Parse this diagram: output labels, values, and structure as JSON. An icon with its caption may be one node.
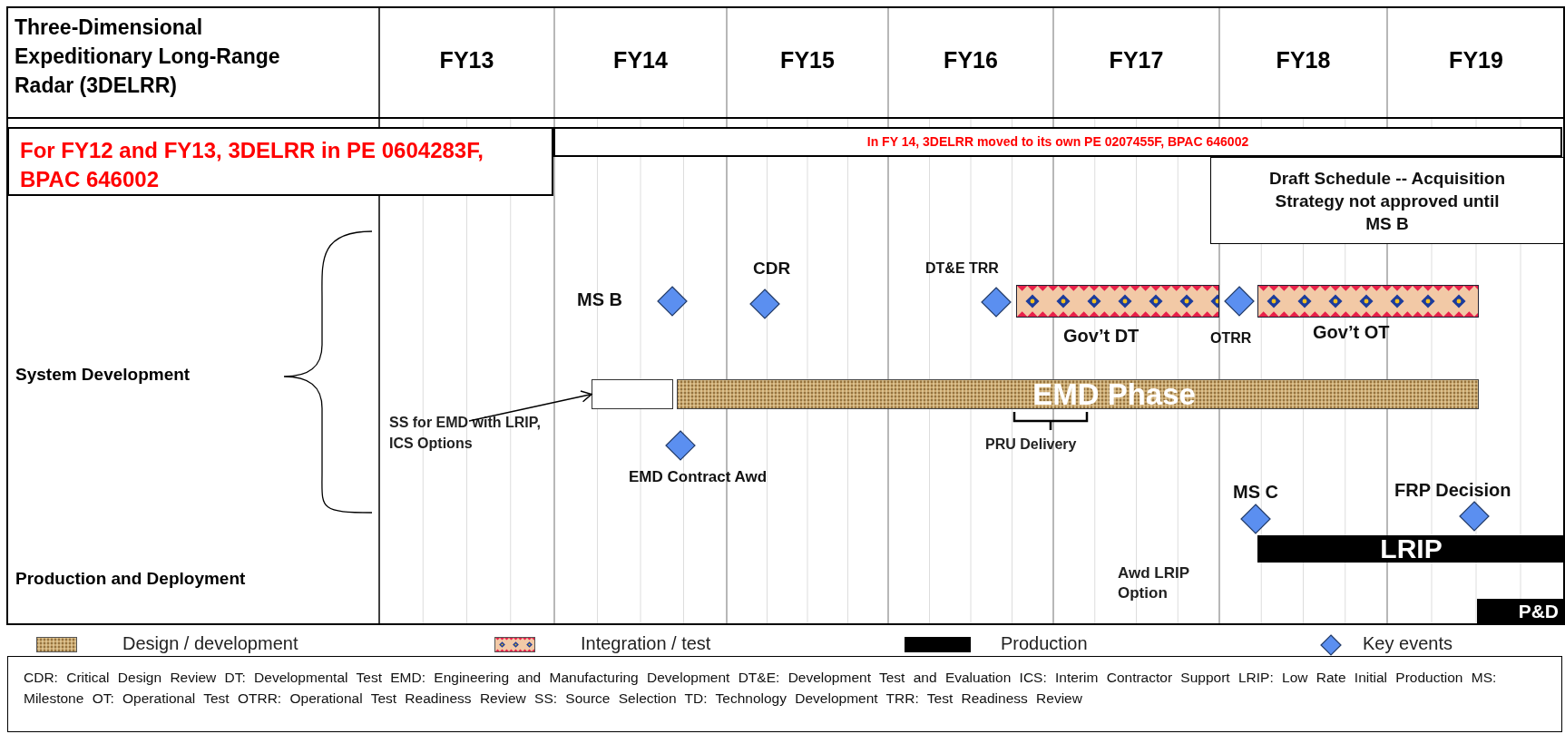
{
  "diagram": {
    "nodes": [
      {
        "text": [
          "For FY12 and FY13, 3DELRR in PE 0604283F, BPAC 646002"
        ]
      },
      {
        "text": [
          "In FY 14, 3DELRR moved to its own PE 0207455F, BPAC 646002"
        ]
      },
      {
        "text": [
          "Draft Schedule -- Acquisition Strategy not approved until MS B"
        ]
      },
      {
        "text": [],
        "shape": "diamond",
        "beside": [
          "MS B"
        ]
      },
      {
        "text": [],
        "shape": "diamond",
        "beside": [
          "CDR"
        ]
      },
      {
        "text": [],
        "shape": "diamond",
        "beside": [
          "DT&E TRR"
        ]
      },
      {
        "text": [],
        "shape": "bar",
        "beside": [
          "Gov’t DT"
        ]
      },
      {
        "text": [],
        "shape": "diamond",
        "beside": [
          "OTRR"
        ]
      },
      {
        "text": [],
        "shape": "bar",
        "beside": [
          "Gov’t OT"
        ]
      },
      {
        "text": [],
        "shape": "box"
      },
      {
        "text": [
          "EMD Phase"
        ]
      },
      {
        "text": [],
        "shape": "diamond",
        "beside": [
          "EMD Contract Awd"
        ]
      },
      {
        "text": [
          "SS for EMD with LRIP, ICS Options"
        ]
      },
      {
        "text": [],
        "shape": "diamond",
        "beside": [
          "MS C"
        ]
      },
      {
        "text": [],
        "shape": "diamond",
        "beside": [
          "FRP Decision"
        ]
      },
      {
        "text": [
          "LRIP"
        ]
      },
      {
        "text": [
          "P&D"
        ]
      }
    ],
    "edges": [
      {
        "from": 12,
        "to": 9,
        "arrow": "to"
      }
    ],
    "labels": [
      "Three-Dimensional Expeditionary Long-Range Radar (3DELRR)",
      "FY13",
      "FY14",
      "FY15",
      "FY16",
      "FY17",
      "FY18",
      "FY19",
      "System Development",
      "Production and Deployment",
      "PRU Delivery",
      "Awd LRIP Option",
      "CDR: Critical Design Review DT: Developmental Test EMD: Engineering and Manufacturing Development DT&E: Development Test and Evaluation ICS: Interim Contractor Support LRIP: Low Rate Initial Production MS: Milestone OT: Operational Test OTRR: Operational Test Readiness Review SS: Source Selection TD: Technology Development TRR: Test Readiness Review"
    ],
    "legend": [
      {
        "text": "Design / development"
      },
      {
        "text": "Integration / test"
      },
      {
        "text": "Production",
        "color": "#000000"
      },
      {
        "text": "Key events"
      }
    ]
  }
}
